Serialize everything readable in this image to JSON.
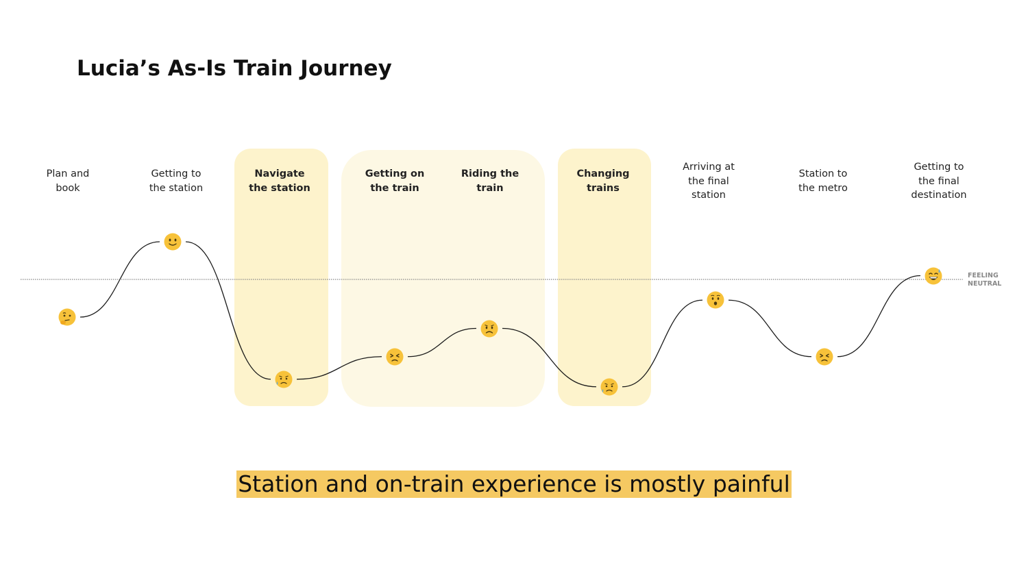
{
  "title": "Lucia’s As-Is Train Journey",
  "neutral_label": {
    "line1": "FEELING",
    "line2": "NEUTRAL"
  },
  "stages": [
    {
      "key": "plan-and-book",
      "lines": [
        "Plan and",
        "book"
      ],
      "emphasis": false,
      "emotion": "thinking",
      "mood": -1.0
    },
    {
      "key": "getting-to-station",
      "lines": [
        "Getting to",
        "the station"
      ],
      "emphasis": false,
      "emotion": "slight-smile",
      "mood": 1.0
    },
    {
      "key": "navigate-station",
      "lines": [
        "Navigate",
        "the station"
      ],
      "emphasis": true,
      "emotion": "sad-sweat",
      "mood": -2.65
    },
    {
      "key": "getting-on-train",
      "lines": [
        "Getting on",
        "the train"
      ],
      "emphasis": true,
      "emotion": "persevering",
      "mood": -2.05
    },
    {
      "key": "riding-train",
      "lines": [
        "Riding the",
        "train"
      ],
      "emphasis": true,
      "emotion": "worried",
      "mood": -1.3
    },
    {
      "key": "changing-trains",
      "lines": [
        "Changing",
        "trains"
      ],
      "emphasis": true,
      "emotion": "sad-sweat",
      "mood": -2.85
    },
    {
      "key": "arriving-final-station",
      "lines": [
        "Arriving at",
        "the final",
        "station"
      ],
      "emphasis": false,
      "emotion": "hushed",
      "mood": -0.55
    },
    {
      "key": "station-to-metro",
      "lines": [
        "Station to",
        "the metro"
      ],
      "emphasis": false,
      "emotion": "persevering",
      "mood": -2.05
    },
    {
      "key": "getting-to-destination",
      "lines": [
        "Getting to",
        "the final",
        "destination"
      ],
      "emphasis": false,
      "emotion": "sweat-smile",
      "mood": 0.1
    }
  ],
  "caption": "Station and on-train experience is mostly painful",
  "colors": {
    "highlight_band": "#fdf3cc",
    "light_band": "#fdf8e4",
    "caption_highlight": "#f5c962",
    "emoji_yellow": "#f7c23a",
    "curve": "#1a1a1a",
    "neutral_line": "#888888"
  }
}
